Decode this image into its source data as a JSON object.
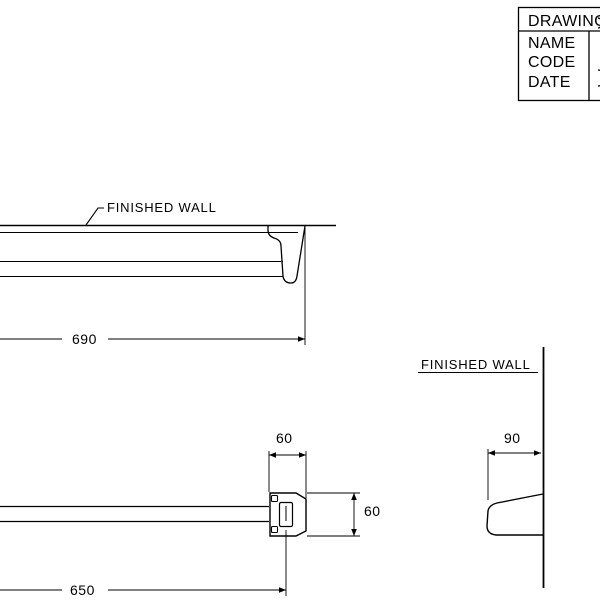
{
  "title_block": {
    "header": "DRAWING",
    "rows": [
      "NAME",
      "CODE",
      "DATE"
    ]
  },
  "top_view": {
    "wall_label": "FINISHED WALL",
    "length_dim": "690"
  },
  "front_view": {
    "length_dim": "650",
    "bracket_width_dim": "60",
    "bracket_height_dim": "60"
  },
  "side_view": {
    "wall_label": "FINISHED WALL",
    "projection_dim": "90"
  }
}
